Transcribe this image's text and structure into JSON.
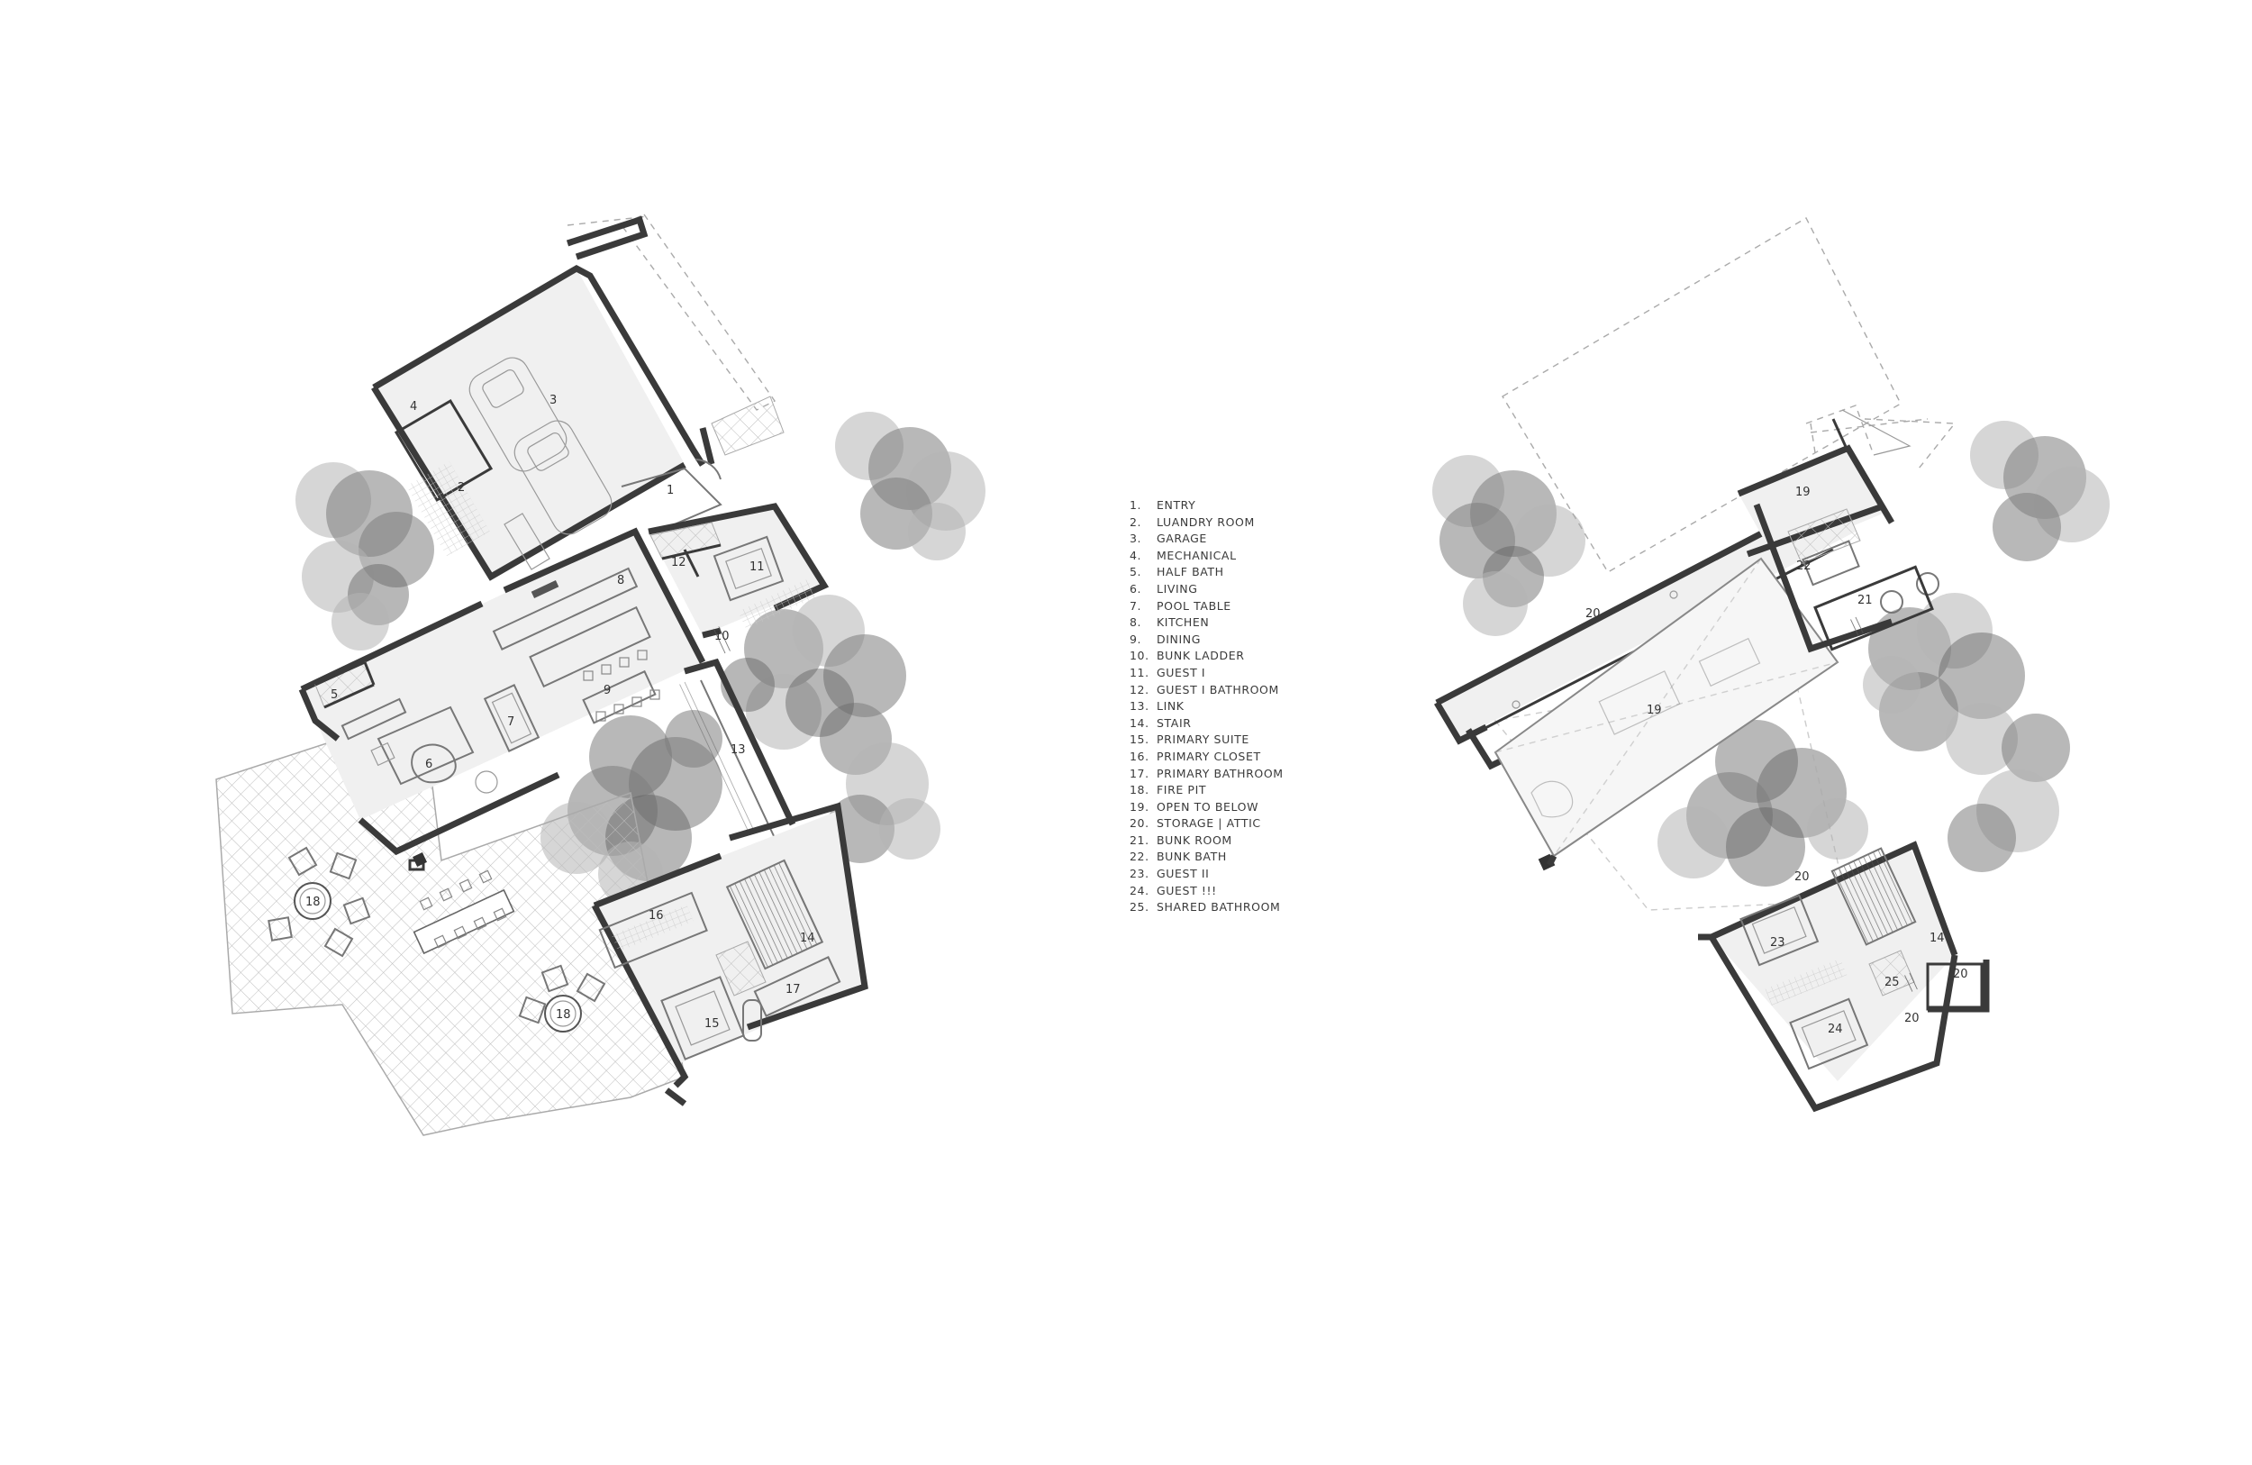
{
  "legend": [
    {
      "n": "1.",
      "label": "ENTRY"
    },
    {
      "n": "2.",
      "label": "LUANDRY ROOM"
    },
    {
      "n": "3.",
      "label": "GARAGE"
    },
    {
      "n": "4.",
      "label": "MECHANICAL"
    },
    {
      "n": "5.",
      "label": "HALF BATH"
    },
    {
      "n": "6.",
      "label": "LIVING"
    },
    {
      "n": "7.",
      "label": "POOL TABLE"
    },
    {
      "n": "8.",
      "label": "KITCHEN"
    },
    {
      "n": "9.",
      "label": "DINING"
    },
    {
      "n": "10.",
      "label": "BUNK LADDER"
    },
    {
      "n": "11.",
      "label": "GUEST I"
    },
    {
      "n": "12.",
      "label": "GUEST I BATHROOM"
    },
    {
      "n": "13.",
      "label": "LINK"
    },
    {
      "n": "14.",
      "label": "STAIR"
    },
    {
      "n": "15.",
      "label": "PRIMARY SUITE"
    },
    {
      "n": "16.",
      "label": "PRIMARY CLOSET"
    },
    {
      "n": "17.",
      "label": "PRIMARY BATHROOM"
    },
    {
      "n": "18.",
      "label": "FIRE PIT"
    },
    {
      "n": "19.",
      "label": "OPEN TO BELOW"
    },
    {
      "n": "20.",
      "label": "STORAGE | ATTIC"
    },
    {
      "n": "21.",
      "label": "BUNK ROOM"
    },
    {
      "n": "22.",
      "label": "BUNK BATH"
    },
    {
      "n": "23.",
      "label": "GUEST II"
    },
    {
      "n": "24.",
      "label": "GUEST !!!"
    },
    {
      "n": "25.",
      "label": "SHARED BATHROOM"
    }
  ],
  "ground_floor_tags": {
    "entry": "1",
    "laundry": "2",
    "garage": "3",
    "mechanical": "4",
    "half_bath": "5",
    "living": "6",
    "pool_table": "7",
    "kitchen": "8",
    "dining": "9",
    "bunk_ladder": "10",
    "guest_1": "11",
    "guest_1_bath": "12",
    "link": "13",
    "stair": "14",
    "primary_suite": "15",
    "primary_closet": "16",
    "primary_bath": "17",
    "fire_pit_a": "18",
    "fire_pit_b": "18"
  },
  "upper_floor_tags": {
    "open_below_a": "19",
    "open_below_b": "19",
    "storage_a": "20",
    "storage_b": "20",
    "storage_c": "20",
    "storage_d": "20",
    "bunk_room": "21",
    "bunk_bath": "22",
    "guest_2": "23",
    "guest_3": "24",
    "shared_bath": "25",
    "stair": "14"
  },
  "colors": {
    "wall": "#3a3a3a",
    "floor_fill": "#f0f0f0",
    "tree": "#7d7d7d",
    "text": "#333333"
  }
}
